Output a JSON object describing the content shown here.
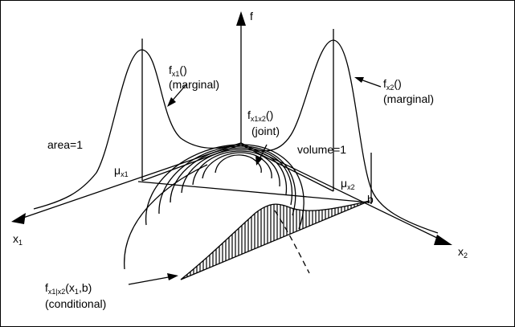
{
  "axes": {
    "f": "f",
    "x1_main": "x",
    "x1_sub": "1",
    "x2_main": "x",
    "x2_sub": "2"
  },
  "labels": {
    "fx1": {
      "main": "f",
      "sub": "x1",
      "tail": "()",
      "note": "(marginal)"
    },
    "fx2": {
      "main": "f",
      "sub": "x2",
      "tail": "()",
      "note": "(marginal)"
    },
    "joint": {
      "main": "f",
      "sub": "x1x2",
      "tail": "()",
      "note": "(joint)"
    },
    "area": "area=1",
    "volume": "volume=1",
    "mu1": {
      "main": "μ",
      "sub": "x1"
    },
    "mu2": {
      "main": "μ",
      "sub": "x2"
    },
    "b": "b",
    "cond": {
      "main": "f",
      "sub": "x1|x2",
      "tail": "(x",
      "tail_sub": "1",
      "tail2": ",b)",
      "note": "(conditional)"
    }
  },
  "colors": {
    "ink": "#000000",
    "background": "#ffffff"
  }
}
